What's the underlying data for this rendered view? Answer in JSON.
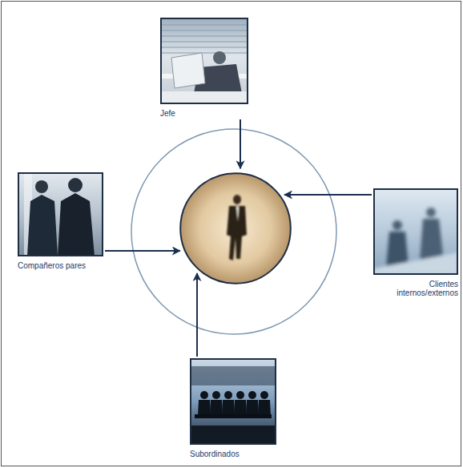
{
  "diagram": {
    "nodes": [
      {
        "text": [
          "Jefe"
        ]
      },
      {
        "text": [
          "Compañeros pares"
        ]
      },
      {
        "text": []
      },
      {
        "text": [
          "Clientes internos/externos"
        ]
      },
      {
        "text": [
          "Subordinados"
        ]
      }
    ],
    "edges": [
      {
        "from": 0,
        "to": 2,
        "arrow": "to"
      },
      {
        "from": 1,
        "to": 2,
        "arrow": "to"
      },
      {
        "from": 3,
        "to": 2,
        "arrow": "to"
      },
      {
        "from": 4,
        "to": 2,
        "arrow": "to"
      }
    ]
  }
}
